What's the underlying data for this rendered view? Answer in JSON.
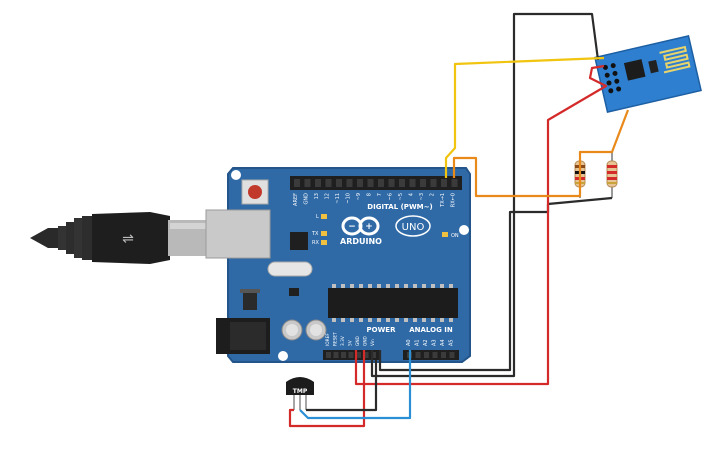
{
  "board": {
    "brand": "ARDUINO",
    "model": "UNO",
    "digital_header": "DIGITAL (PWM~)",
    "power_header": "POWER",
    "analog_header": "ANALOG IN",
    "on_label": "ON",
    "led_l": "L",
    "led_tx": "TX",
    "led_rx": "RX",
    "top_pins": [
      "AREF",
      "GND",
      "13",
      "12",
      "~11",
      "~10",
      "~9",
      "8",
      "7",
      "~6",
      "~5",
      "4",
      "~3",
      "2",
      "TX→1",
      "RX←0"
    ],
    "power_pins": [
      "IOREF",
      "RESET",
      "3.3V",
      "5V",
      "GND",
      "GND",
      "Vin"
    ],
    "analog_pins": [
      "A0",
      "A1",
      "A2",
      "A3",
      "A4",
      "A5"
    ]
  },
  "sensor": {
    "label": "TMP"
  },
  "colors": {
    "board": "#2f6aa7",
    "board_edge": "#24558a",
    "wire_red": "#d42a2a",
    "wire_black": "#2b2b2b",
    "wire_yellow": "#f1c40f",
    "wire_orange": "#e8891a",
    "wire_blue": "#2b8fd6",
    "wifi_module": "#2f7fd0"
  }
}
